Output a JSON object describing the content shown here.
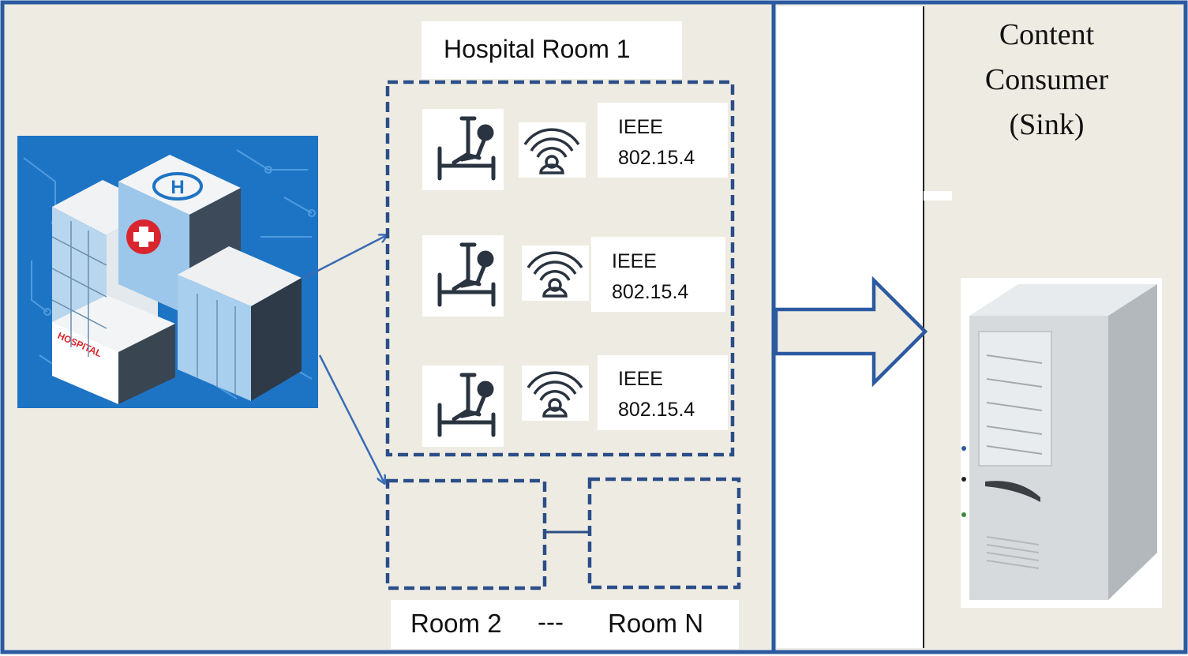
{
  "room1": {
    "title": "Hospital Room 1",
    "sensors": [
      {
        "line1": "IEEE",
        "line2": "802.15.4"
      },
      {
        "line1": "IEEE",
        "line2": "802.15.4"
      },
      {
        "line1": "IEEE",
        "line2": "802.15.4"
      }
    ]
  },
  "other_rooms": {
    "room2": "Room 2",
    "separator": "---",
    "roomN": "Room N"
  },
  "sink": {
    "line1": "Content",
    "line2": "Consumer",
    "line3": "(Sink)"
  },
  "building": {
    "sign": "HOSPITAL",
    "helipad": "H"
  },
  "colors": {
    "frame": "#2b5aa0",
    "panel": "#eeebe2",
    "dashed": "#2b4e88",
    "arrow": "#3a6bb5",
    "building_bg": "#1e74c4"
  }
}
